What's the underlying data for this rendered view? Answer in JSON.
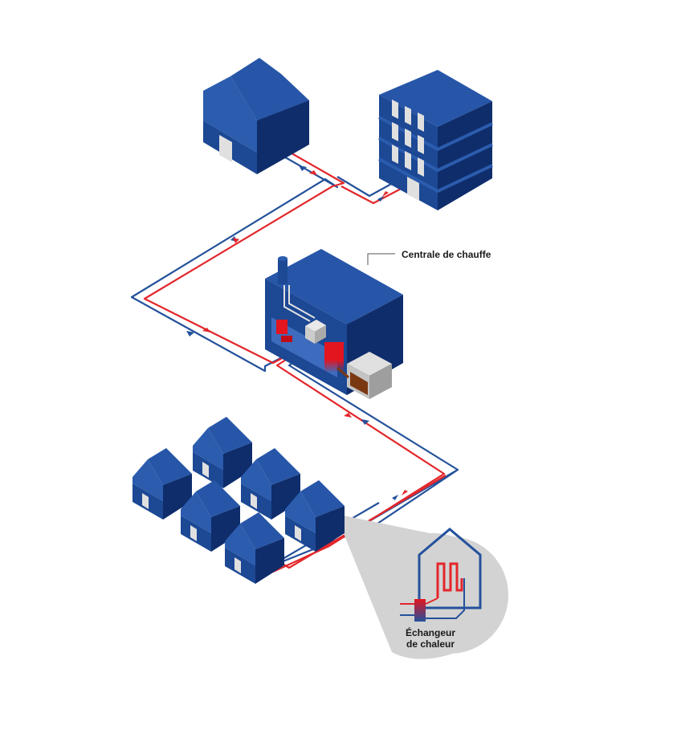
{
  "labels": {
    "central_plant": "Centrale de chauffe",
    "heat_exchanger_line1": "Échangeur",
    "heat_exchanger_line2": "de chaleur"
  },
  "colors": {
    "building_top": "#2756a8",
    "building_left": "#1c4894",
    "building_right": "#0f2d6b",
    "window": "#e0e0e0",
    "supply_pipe": "#e3262b",
    "return_pipe": "#24519b",
    "heater": "#e3151f",
    "callout_bg": "#d3d3d3",
    "fuel": "#7a3812"
  },
  "icons": {
    "flow_arrow": "flow-arrow-icon",
    "house": "house-icon",
    "apartment": "apartment-building-icon",
    "chimney": "chimney-icon",
    "boiler": "boiler-icon",
    "fuel_bin": "wood-chip-bin-icon"
  }
}
